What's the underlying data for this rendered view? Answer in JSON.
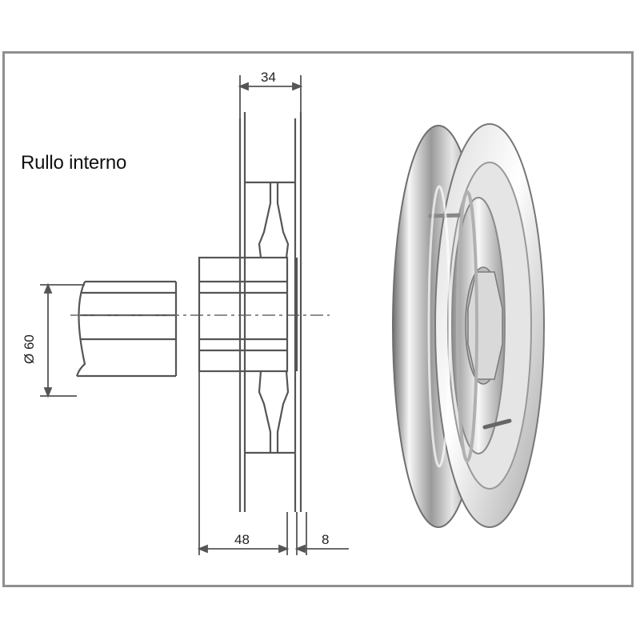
{
  "title": "Rullo interno",
  "dimensions": {
    "top_width": "34",
    "bottom_width": "48",
    "bottom_offset": "8",
    "diameter": "Ø 60"
  },
  "colors": {
    "frame": "#8f8f8f",
    "line": "#555555",
    "text": "#111111",
    "metal_light": "#f2f2f2",
    "metal_dark": "#8a8a8a"
  }
}
